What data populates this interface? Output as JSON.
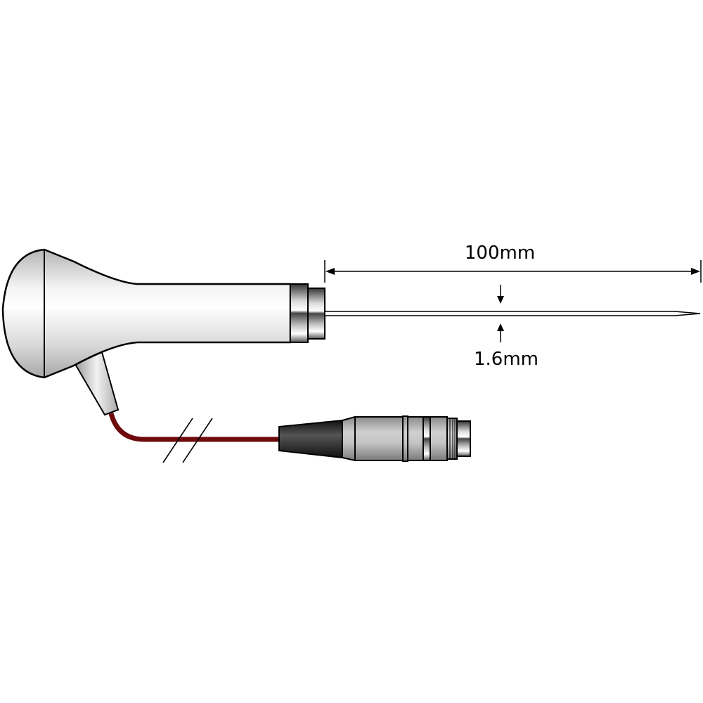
{
  "dimensions": {
    "probe_length_label": "100mm",
    "probe_diameter_label": "1.6mm"
  },
  "colors": {
    "cable": "#6e0a0a",
    "handle": "#e8e8e8",
    "connector_boot": "#222222",
    "connector_body": "#b8b8b8"
  },
  "parts": [
    "handle",
    "strain-relief",
    "cable",
    "connector",
    "probe-needle"
  ]
}
